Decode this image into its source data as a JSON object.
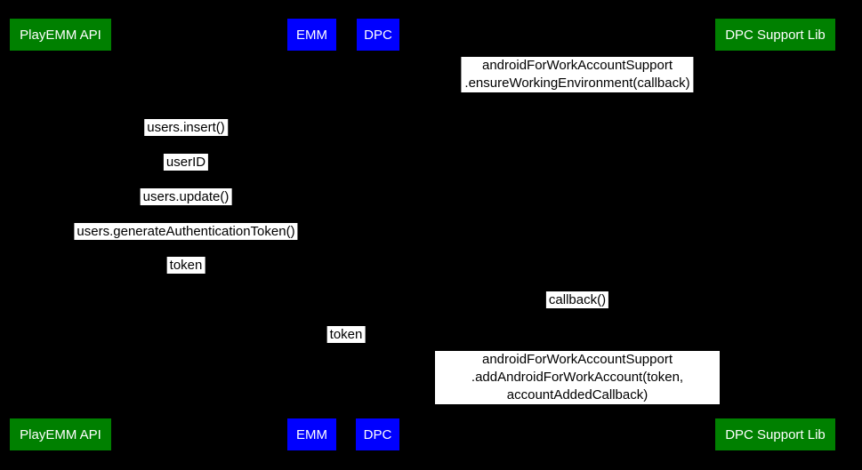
{
  "diagram": {
    "type": "sequence-diagram",
    "colors": {
      "background": "#000000",
      "actor_green": "#008000",
      "actor_blue": "#0000ff",
      "actor_text": "#ffffff",
      "message_background": "#ffffff",
      "message_text": "#000000"
    },
    "actors": [
      {
        "label": "PlayEMM API",
        "color": "#008000"
      },
      {
        "label": "EMM",
        "color": "#0000ff"
      },
      {
        "label": "DPC",
        "color": "#0000ff"
      },
      {
        "label": "DPC Support Lib",
        "color": "#008000"
      }
    ],
    "messages": [
      {
        "label": "androidForWorkAccountSupport\n.ensureWorkingEnvironment(callback)"
      },
      {
        "label": "users.insert()"
      },
      {
        "label": "userID"
      },
      {
        "label": "users.update()"
      },
      {
        "label": "users.generateAuthenticationToken()"
      },
      {
        "label": "token"
      },
      {
        "label": "callback()"
      },
      {
        "label": "token"
      },
      {
        "label": "androidForWorkAccountSupport\n.addAndroidForWorkAccount(token, accountAddedCallback)"
      }
    ]
  }
}
